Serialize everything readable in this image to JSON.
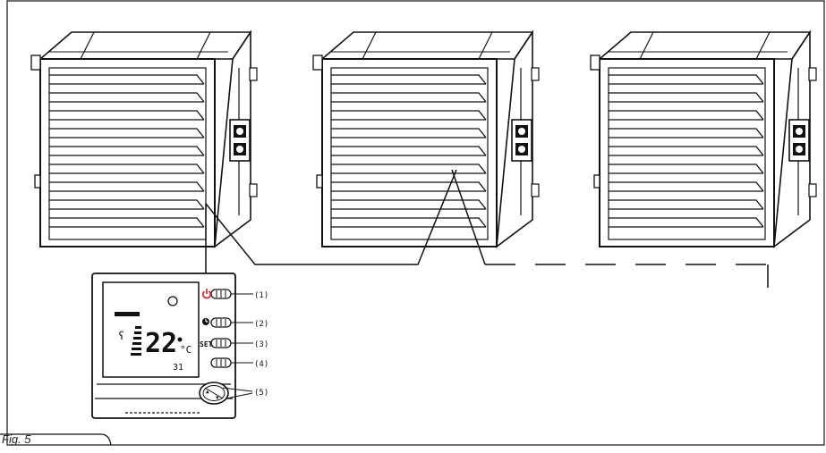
{
  "figure": {
    "caption": "Fig. 5"
  },
  "units": [
    {
      "id": "unit-1"
    },
    {
      "id": "unit-2"
    },
    {
      "id": "unit-3"
    }
  ],
  "controller": {
    "display": {
      "temperature": "22",
      "degree_unit": "°C",
      "timer": "31"
    },
    "buttons": [
      {
        "id": "power",
        "label": "(1)",
        "icon": "power-icon"
      },
      {
        "id": "clock",
        "label": "(2)",
        "icon": "clock-icon"
      },
      {
        "id": "set",
        "label": "(3)",
        "icon_text": "SET"
      },
      {
        "id": "mode",
        "label": "(4)"
      }
    ],
    "arrows_label": "(5)"
  },
  "colors": {
    "line": "#111111",
    "accent": "#e02020"
  }
}
